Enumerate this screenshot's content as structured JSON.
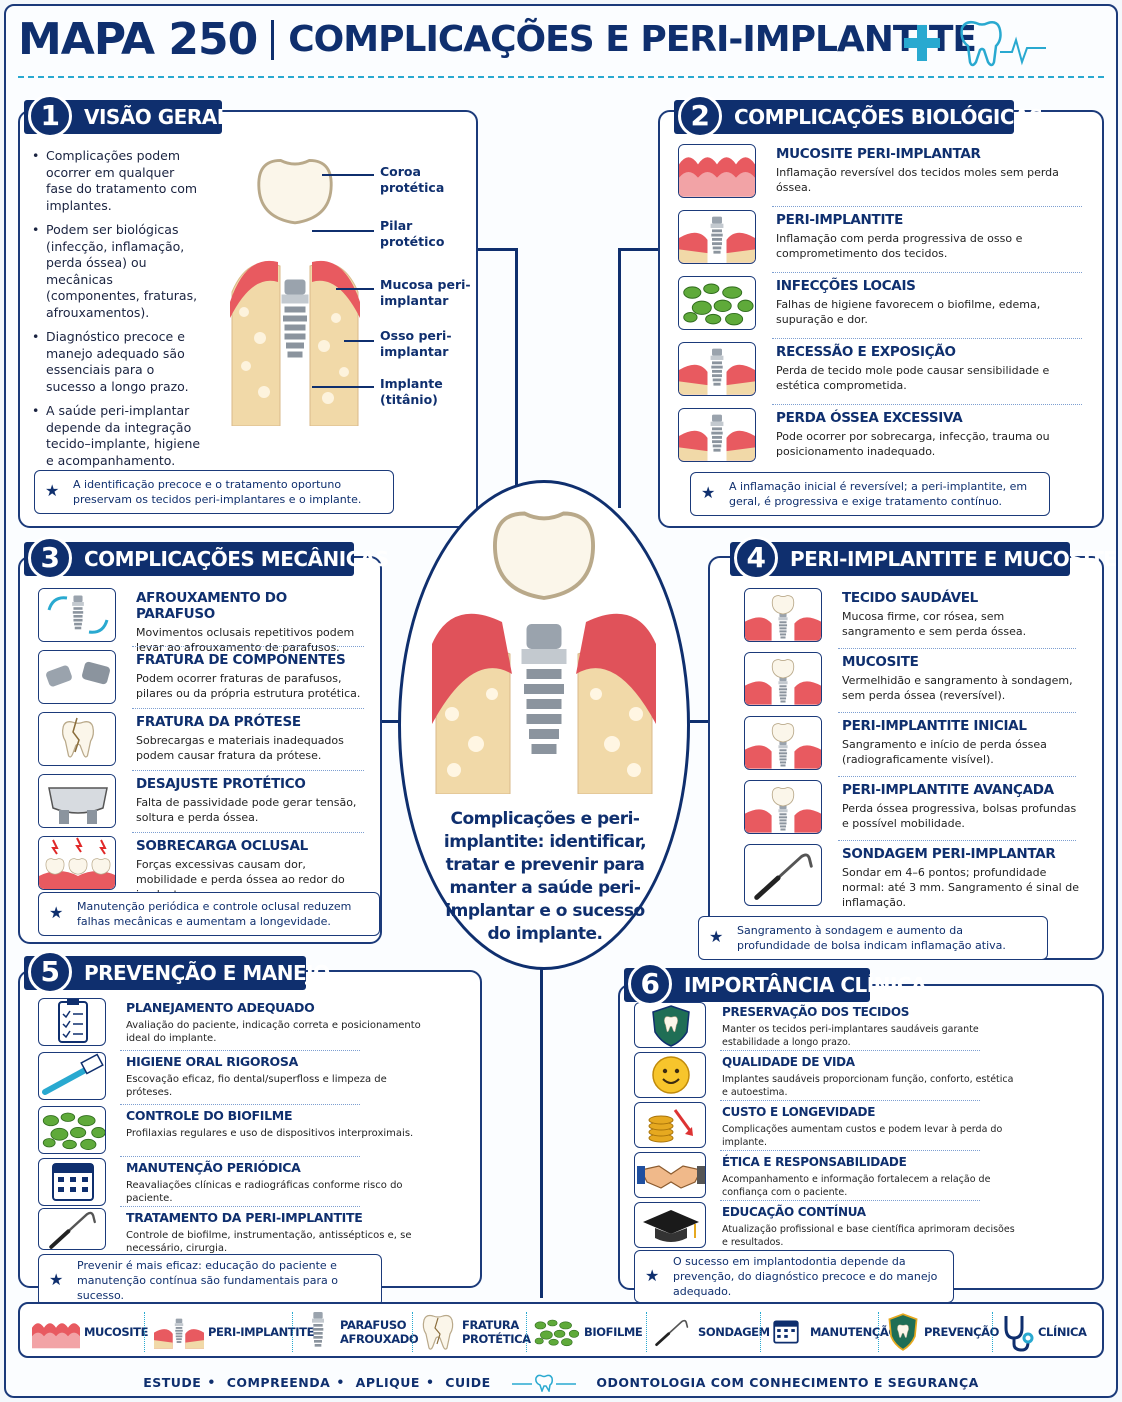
{
  "header": {
    "map_number": "MAPA 250",
    "title": "COMPLICAÇÕES E PERI-IMPLANTITE"
  },
  "colors": {
    "navy": "#0f2f6e",
    "accent": "#29a9d0",
    "gum": "#e0525a",
    "bone": "#f1d9a8"
  },
  "sec1": {
    "num": "1",
    "title": "VISÃO GERAL",
    "bullets": [
      "Complicações podem ocorrer em qualquer fase do tratamento com implantes.",
      "Podem ser biológicas (infecção, inflamação, perda óssea) ou mecânicas (componentes, fraturas, afrouxamentos).",
      "Diagnóstico precoce e manejo adequado são essenciais para o sucesso a longo prazo.",
      "A saúde peri-implantar depende da integração tecido–implante, higiene e acompanhamento."
    ],
    "labels": [
      "Coroa protética",
      "Pilar protético",
      "Mucosa peri-implantar",
      "Osso peri-implantar",
      "Implante (titânio)"
    ],
    "note": "A identificação precoce e o tratamento oportuno preservam os tecidos peri-implantares e o implante."
  },
  "sec2": {
    "num": "2",
    "title": "COMPLICAÇÕES BIOLÓGICAS",
    "items": [
      {
        "title": "MUCOSITE PERI-IMPLANTAR",
        "desc": "Inflamação reversível dos tecidos moles sem perda óssea."
      },
      {
        "title": "PERI-IMPLANTITE",
        "desc": "Inflamação com perda progressiva de osso e comprometimento dos tecidos."
      },
      {
        "title": "INFECÇÕES LOCAIS",
        "desc": "Falhas de higiene favorecem o biofilme, edema, supuração e dor."
      },
      {
        "title": "RECESSÃO E EXPOSIÇÃO",
        "desc": "Perda de tecido mole pode causar sensibilidade e estética comprometida."
      },
      {
        "title": "PERDA ÓSSEA EXCESSIVA",
        "desc": "Pode ocorrer por sobrecarga, infecção, trauma ou posicionamento inadequado."
      }
    ],
    "note": "A inflamação inicial é reversível; a peri-implantite, em geral, é progressiva e exige tratamento contínuo."
  },
  "sec3": {
    "num": "3",
    "title": "COMPLICAÇÕES MECÂNICAS",
    "items": [
      {
        "title": "AFROUXAMENTO DO PARAFUSO",
        "desc": "Movimentos oclusais repetitivos podem levar ao afrouxamento de parafusos."
      },
      {
        "title": "FRATURA DE COMPONENTES",
        "desc": "Podem ocorrer fraturas de parafusos, pilares ou da própria estrutura protética."
      },
      {
        "title": "FRATURA DA PRÓTESE",
        "desc": "Sobrecargas e materiais inadequados podem causar fratura da prótese."
      },
      {
        "title": "DESAJUSTE PROTÉTICO",
        "desc": "Falta de passividade pode gerar tensão, soltura e perda óssea."
      },
      {
        "title": "SOBRECARGA OCLUSAL",
        "desc": "Forças excessivas causam dor, mobilidade e perda óssea ao redor do implante."
      }
    ],
    "note": "Manutenção periódica e controle oclusal reduzem falhas mecânicas e aumentam a longevidade."
  },
  "sec4": {
    "num": "4",
    "title": "PERI-IMPLANTITE E MUCOSITE",
    "items": [
      {
        "title": "TECIDO SAUDÁVEL",
        "desc": "Mucosa firme, cor rósea, sem sangramento e sem perda óssea."
      },
      {
        "title": "MUCOSITE",
        "desc": "Vermelhidão e sangramento à sondagem, sem perda óssea (reversível)."
      },
      {
        "title": "PERI-IMPLANTITE INICIAL",
        "desc": "Sangramento e início de perda óssea (radiograficamente visível)."
      },
      {
        "title": "PERI-IMPLANTITE AVANÇADA",
        "desc": "Perda óssea progressiva, bolsas profundas e possível mobilidade."
      },
      {
        "title": "SONDAGEM PERI-IMPLANTAR",
        "desc": "Sondar em 4–6 pontos; profundidade normal: até 3 mm. Sangramento é sinal de inflamação."
      }
    ],
    "note": "Sangramento à sondagem e aumento da profundidade de bolsa indicam inflamação ativa."
  },
  "sec5": {
    "num": "5",
    "title": "PREVENÇÃO E MANEJO",
    "items": [
      {
        "title": "PLANEJAMENTO ADEQUADO",
        "desc": "Avaliação do paciente, indicação correta e posicionamento ideal do implante."
      },
      {
        "title": "HIGIENE ORAL RIGOROSA",
        "desc": "Escovação eficaz, fio dental/superfloss e limpeza de próteses."
      },
      {
        "title": "CONTROLE DO BIOFILME",
        "desc": "Profilaxias regulares e uso de dispositivos interproximais."
      },
      {
        "title": "MANUTENÇÃO PERIÓDICA",
        "desc": "Reavaliações clínicas e radiográficas conforme risco do paciente."
      },
      {
        "title": "TRATAMENTO DA PERI-IMPLANTITE",
        "desc": "Controle de biofilme, instrumentação, antissépticos e, se necessário, cirurgia."
      }
    ],
    "note": "Prevenir é mais eficaz: educação do paciente e manutenção contínua são fundamentais para o sucesso."
  },
  "sec6": {
    "num": "6",
    "title": "IMPORTÂNCIA CLÍNICA",
    "items": [
      {
        "title": "PRESERVAÇÃO DOS TECIDOS",
        "desc": "Manter os tecidos peri-implantares saudáveis garante estabilidade a longo prazo."
      },
      {
        "title": "QUALIDADE DE VIDA",
        "desc": "Implantes saudáveis proporcionam função, conforto, estética e autoestima."
      },
      {
        "title": "CUSTO E LONGEVIDADE",
        "desc": "Complicações aumentam custos e podem levar à perda do implante."
      },
      {
        "title": "ÉTICA E RESPONSABILIDADE",
        "desc": "Acompanhamento e informação fortalecem a relação de confiança com o paciente."
      },
      {
        "title": "EDUCAÇÃO CONTÍNUA",
        "desc": "Atualização profissional e base científica aprimoram decisões e resultados."
      }
    ],
    "note": "O sucesso em implantodontia depende da prevenção, do diagnóstico precoce e do manejo adequado."
  },
  "center": {
    "text": "Complicações e peri-implantite: identificar, tratar e prevenir para manter a saúde peri-implantar e o sucesso do implante."
  },
  "legend": [
    {
      "label": "MUCOSITE",
      "icon": "gum-icon"
    },
    {
      "label": "PERI-IMPLANTITE",
      "icon": "implant-gum-icon"
    },
    {
      "label": "PARAFUSO AFROUXADO",
      "icon": "screw-icon"
    },
    {
      "label": "FRATURA PROTÉTICA",
      "icon": "cracked-tooth-icon"
    },
    {
      "label": "BIOFILME",
      "icon": "biofilm-icon"
    },
    {
      "label": "SONDAGEM",
      "icon": "probe-icon"
    },
    {
      "label": "MANUTENÇÃO",
      "icon": "calendar-icon"
    },
    {
      "label": "PREVENÇÃO",
      "icon": "shield-tooth-icon"
    },
    {
      "label": "CLÍNICA",
      "icon": "stethoscope-icon"
    }
  ],
  "footer": {
    "words": [
      "ESTUDE",
      "COMPREENDA",
      "APLIQUE",
      "CUIDE"
    ],
    "tagline": "ODONTOLOGIA COM CONHECIMENTO E SEGURANÇA"
  }
}
